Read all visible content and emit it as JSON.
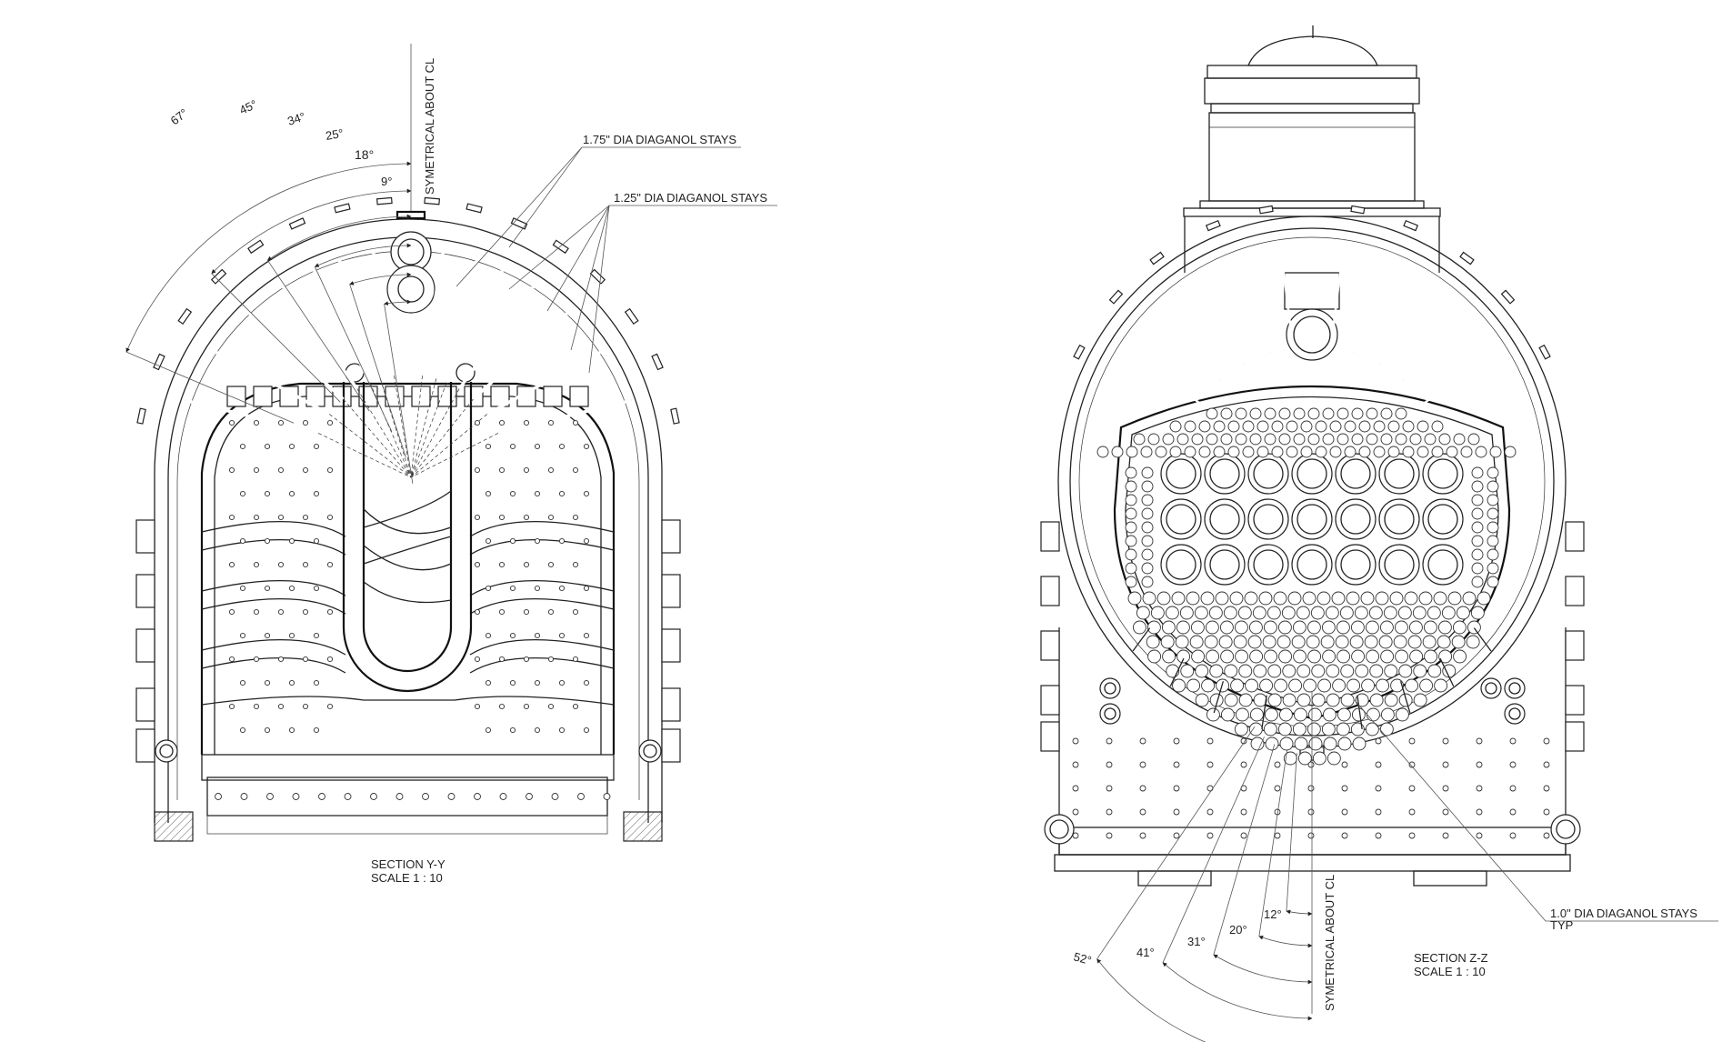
{
  "left_view": {
    "title": "SECTION Y-Y",
    "scale": "SCALE 1 : 10",
    "symmetry_label": "SYMETRICAL ABOUT CL",
    "callout_large_stays": "1.75\" DIA DIAGANOL STAYS",
    "callout_small_stays": "1.25\" DIA DIAGANOL STAYS",
    "angles": [
      "67°",
      "45°",
      "34°",
      "25°",
      "18°",
      "9°"
    ]
  },
  "right_view": {
    "title": "SECTION Z-Z",
    "scale": "SCALE 1 : 10",
    "symmetry_label": "SYMETRICAL ABOUT CL",
    "callout_stays": "1.0\" DIA DIAGANOL STAYS",
    "callout_stays_typ": "TYP",
    "angles": [
      "12°",
      "20°",
      "31°",
      "41°",
      "52°"
    ]
  }
}
